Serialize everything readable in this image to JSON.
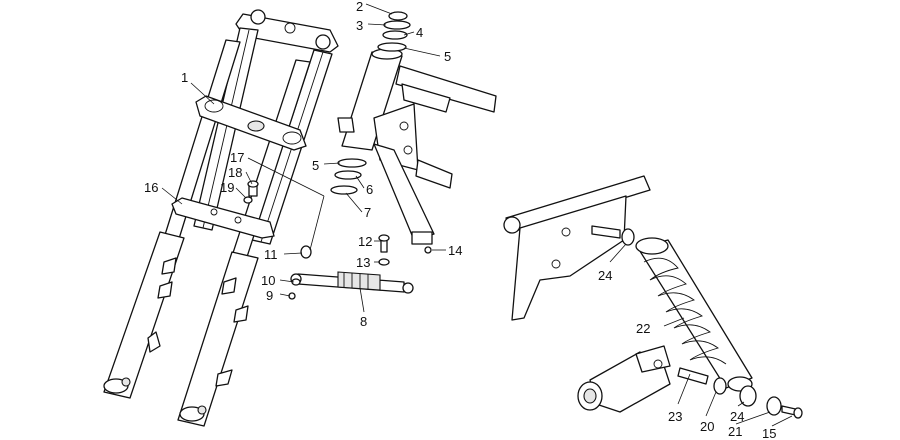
{
  "callouts": [
    {
      "id": "c1",
      "text": "1"
    },
    {
      "id": "c2",
      "text": "2"
    },
    {
      "id": "c3",
      "text": "3"
    },
    {
      "id": "c4",
      "text": "4"
    },
    {
      "id": "c5a",
      "text": "5"
    },
    {
      "id": "c5b",
      "text": "5"
    },
    {
      "id": "c6",
      "text": "6"
    },
    {
      "id": "c7",
      "text": "7"
    },
    {
      "id": "c8",
      "text": "8"
    },
    {
      "id": "c9",
      "text": "9"
    },
    {
      "id": "c10",
      "text": "10"
    },
    {
      "id": "c11",
      "text": "11"
    },
    {
      "id": "c12",
      "text": "12"
    },
    {
      "id": "c13",
      "text": "13"
    },
    {
      "id": "c14",
      "text": "14"
    },
    {
      "id": "c15",
      "text": "15"
    },
    {
      "id": "c16",
      "text": "16"
    },
    {
      "id": "c17",
      "text": "17"
    },
    {
      "id": "c18",
      "text": "18"
    },
    {
      "id": "c19",
      "text": "19"
    },
    {
      "id": "c20",
      "text": "20"
    },
    {
      "id": "c21",
      "text": "21"
    },
    {
      "id": "c22",
      "text": "22"
    },
    {
      "id": "c23",
      "text": "23"
    },
    {
      "id": "c24a",
      "text": "24"
    },
    {
      "id": "c24b",
      "text": "24"
    }
  ]
}
